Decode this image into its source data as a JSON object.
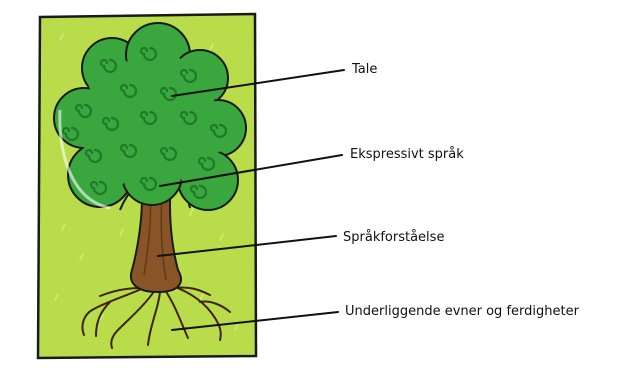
{
  "labels": {
    "tale": "Tale",
    "ekspressivt_sprak": "Ekspressivt språk",
    "sprakforstaelse": "Språkforståelse",
    "underliggende": "Underliggende evner og ferdigheter"
  },
  "colors": {
    "background_panel": "#b9dd4a",
    "foliage": "#3aa63e",
    "foliage_swirl": "#1f7a2a",
    "trunk": "#8a5526",
    "roots": "#4a2a12",
    "outline": "#1a1a1a"
  }
}
